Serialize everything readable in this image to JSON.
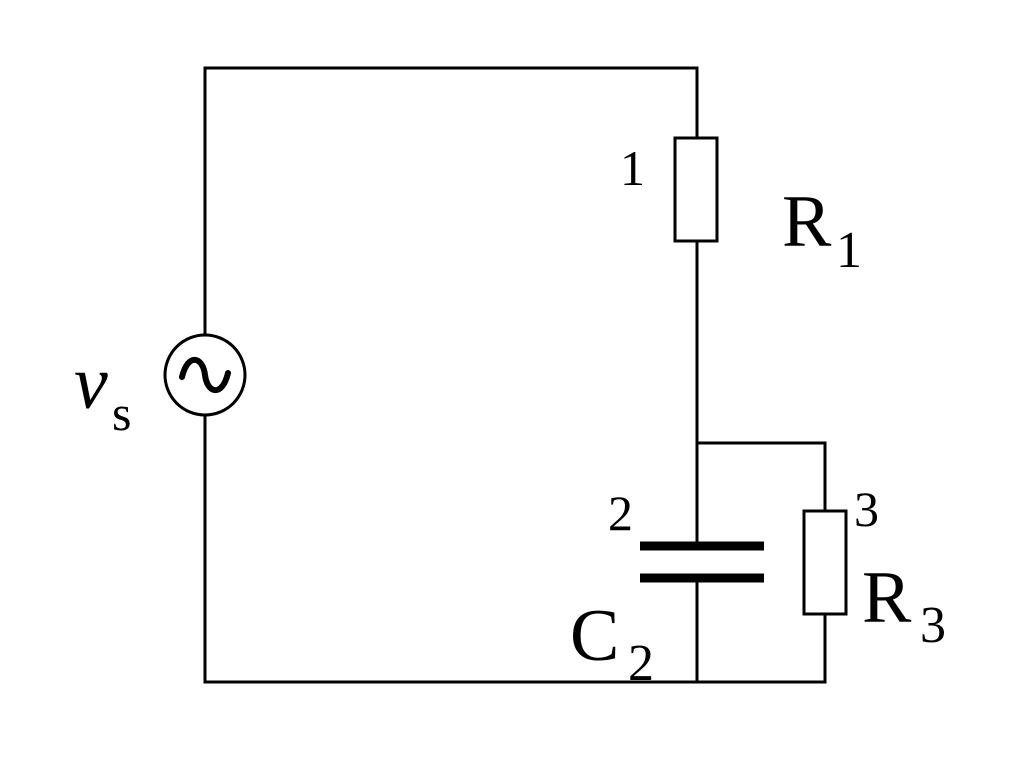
{
  "source": {
    "symbol": "v",
    "subscript": "s",
    "icon": "ac-source-icon"
  },
  "components": {
    "r1": {
      "node": "1",
      "letter": "R",
      "subscript": "1"
    },
    "c2": {
      "node": "2",
      "letter": "C",
      "subscript": "2"
    },
    "r3": {
      "node": "3",
      "letter": "R",
      "subscript": "3"
    }
  },
  "colors": {
    "line": "#000000",
    "background": "#ffffff"
  }
}
